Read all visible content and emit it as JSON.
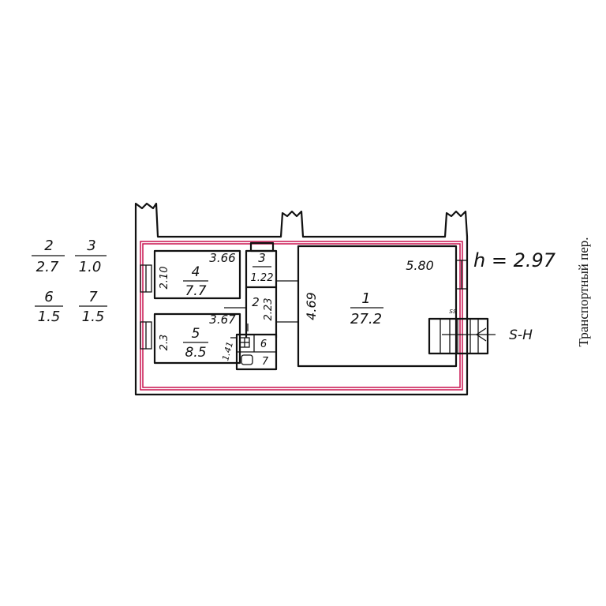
{
  "area_table": [
    {
      "room": "2",
      "area": "2.7"
    },
    {
      "room": "3",
      "area": "1.0"
    },
    {
      "room": "6",
      "area": "1.5"
    },
    {
      "room": "7",
      "area": "1.5"
    }
  ],
  "ceiling_height": "h = 2.97",
  "street_label": "Транспортный пер.",
  "entrance_label": "S-H",
  "rooms": {
    "r1": {
      "num": "1",
      "area": "27.2",
      "width": "5.80",
      "depth": "4.69"
    },
    "r2": {
      "num": "2",
      "width": "2.23"
    },
    "r3": {
      "num": "3",
      "width": "1.22"
    },
    "r4": {
      "num": "4",
      "area": "7.7",
      "width": "3.66",
      "depth": "2.10"
    },
    "r5": {
      "num": "5",
      "area": "8.5",
      "width": "3.67",
      "depth": "2.3"
    },
    "r6": {
      "num": "6"
    },
    "r7": {
      "num": "7",
      "depth": "1.41"
    }
  },
  "colors": {
    "ink": "#111111",
    "red_outline": "#c8104e"
  }
}
